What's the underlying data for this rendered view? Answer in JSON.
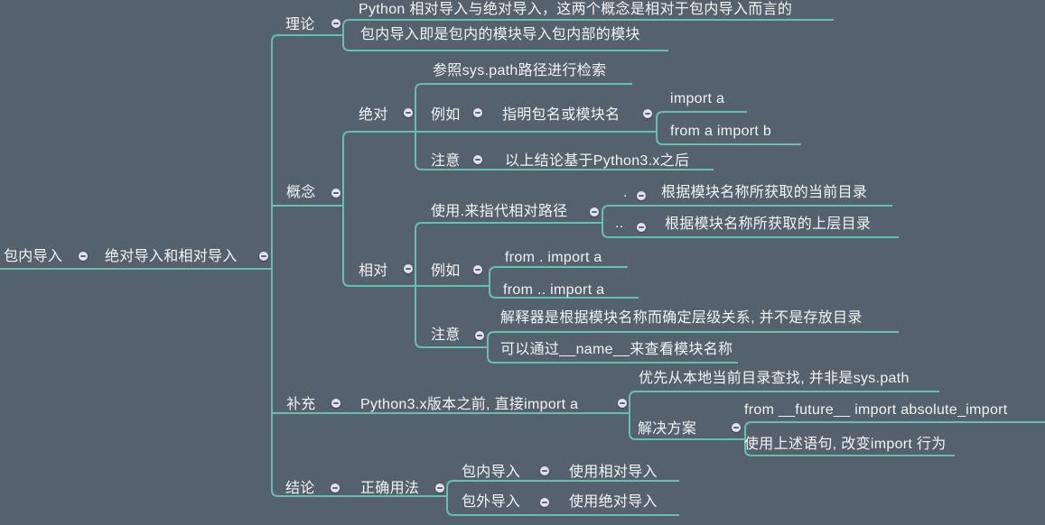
{
  "colors": {
    "background": "#56616e",
    "branch_line": "#63c1ae",
    "text": "#f1f3f4",
    "collapse_button": "#e3e1ed"
  },
  "nodes": {
    "root": {
      "label": "包内导入"
    },
    "main": {
      "label": "绝对导入和相对导入"
    },
    "theory": {
      "label": "理论"
    },
    "theory_point_1": {
      "label": "Python 相对导入与绝对导入，这两个概念是相对于包内导入而言的"
    },
    "theory_point_2": {
      "label": "包内导入即是包内的模块导入包内部的模块"
    },
    "concept": {
      "label": "概念"
    },
    "absolute": {
      "label": "绝对"
    },
    "absolute_search": {
      "label": "参照sys.path路径进行检索"
    },
    "absolute_example": {
      "label": "例如"
    },
    "absolute_example_value": {
      "label": "指明包名或模块名"
    },
    "absolute_example_code_1": {
      "label": "import a"
    },
    "absolute_example_code_2": {
      "label": "from a import b"
    },
    "absolute_note": {
      "label": "注意"
    },
    "absolute_note_value": {
      "label": "以上结论基于Python3.x之后"
    },
    "relative": {
      "label": "相对"
    },
    "relative_dot_usage": {
      "label": "使用.来指代相对路径"
    },
    "relative_dot": {
      "label": "."
    },
    "relative_dot_desc": {
      "label": "根据模块名称所获取的当前目录"
    },
    "relative_dotdot": {
      "label": ".."
    },
    "relative_dotdot_desc": {
      "label": "根据模块名称所获取的上层目录"
    },
    "relative_example": {
      "label": "例如"
    },
    "relative_example_code_1": {
      "label": "from . import a"
    },
    "relative_example_code_2": {
      "label": "from .. import a"
    },
    "relative_note": {
      "label": "注意"
    },
    "relative_note_1": {
      "label": "解释器是根据模块名称而确定层级关系, 并不是存放目录"
    },
    "relative_note_2": {
      "label": "可以通过__name__来查看模块名称"
    },
    "supplement": {
      "label": "补充"
    },
    "supplement_topic": {
      "label": "Python3.x版本之前, 直接import a"
    },
    "supplement_issue": {
      "label": "优先从本地当前目录查找, 并非是sys.path"
    },
    "solution": {
      "label": "解决方案"
    },
    "solution_1": {
      "label": "from __future__ import absolute_import"
    },
    "solution_2": {
      "label": "使用上述语句, 改变import 行为"
    },
    "conclusion": {
      "label": "结论"
    },
    "correct_usage": {
      "label": "正确用法"
    },
    "in_package": {
      "label": "包内导入"
    },
    "in_package_usage": {
      "label": "使用相对导入"
    },
    "out_package": {
      "label": "包外导入"
    },
    "out_package_usage": {
      "label": "使用绝对导入"
    }
  }
}
